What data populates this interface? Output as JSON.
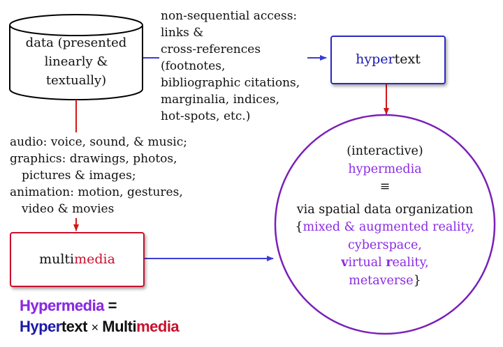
{
  "cylinder": {
    "line1": "data (presented",
    "line2": "linearly &",
    "line3": "textually)"
  },
  "access_note": [
    "non-sequential access:",
    "links &",
    "cross-references",
    "(footnotes,",
    "bibliographic citations,",
    "marginalia, indices,",
    "hot-spots, etc.)"
  ],
  "hypertext_box": {
    "prefix": "hyper",
    "suffix": "text"
  },
  "media_note": [
    "audio: voice, sound, & music;",
    "graphics: drawings, photos,",
    "pictures & images;",
    "animation: motion, gestures,",
    "video & movies"
  ],
  "multimedia_box": {
    "prefix": "multi",
    "suffix": "media"
  },
  "circle": {
    "line1": "(interactive)",
    "line2": "hypermedia",
    "line3": "≡",
    "line4": "via spatial data organization",
    "line5_brace": "{",
    "line5": "mixed & augmented reality,",
    "line6": "cyberspace,",
    "line7_v": "v",
    "line7_mid": "irtual ",
    "line7_r": "r",
    "line7_end": "eality,",
    "line8": "metaverse",
    "line8_brace": "}"
  },
  "equation": {
    "line1_word": "Hypermedia",
    "line1_eq": "=",
    "line2_hyper": "Hyper",
    "line2_text": "text",
    "line2_times": "×",
    "line2_multi": "Multi",
    "line2_media": "media"
  },
  "colors": {
    "blue": "#1a1aa8",
    "red": "#c8102e",
    "purple": "#8a2be2",
    "arrow_blue": "#3b3bd6",
    "arrow_red": "#d01818"
  }
}
